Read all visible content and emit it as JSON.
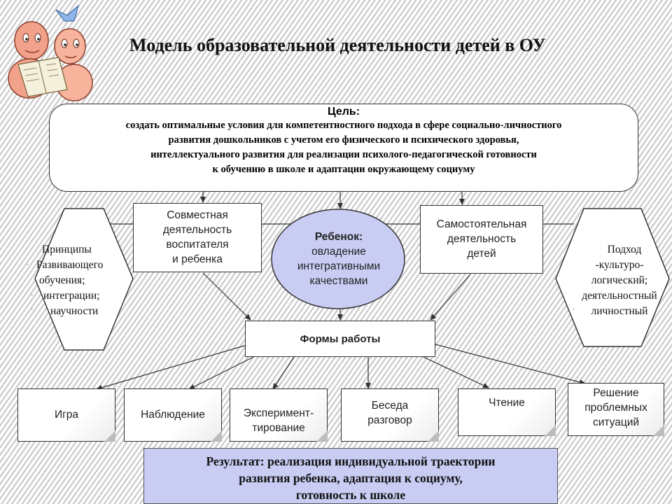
{
  "title": "Модель образовательной деятельности детей в ОУ",
  "goal": {
    "label": "Цель:",
    "lines": [
      "создать оптимальные условия для компетентностного подхода в сфере социально-личностного",
      "развития дошкольников с учетом его физического и психического здоровья,",
      "интеллектуального развития для реализации  психолого-педагогической готовности",
      "к обучению в школе и адаптации окружающему социуму"
    ]
  },
  "joint_activity": [
    "Совместная",
    "деятельность",
    "воспитателя",
    "и ребенка"
  ],
  "child": {
    "title": "Ребенок:",
    "lines": [
      "овладение",
      "интегративными",
      "качествами"
    ]
  },
  "independent_activity": [
    "Самостоятельная",
    "деятельность",
    "детей"
  ],
  "principles": [
    "Принципы",
    "Развивающего",
    "обучения;",
    "интеграции;",
    "научности"
  ],
  "approach": [
    "Подход",
    "-культуро-",
    "логический;",
    "деятельностный",
    "личностный"
  ],
  "forms": "Формы работы",
  "forms_list": [
    {
      "lines": [
        "Игра"
      ]
    },
    {
      "lines": [
        "Наблюдение"
      ]
    },
    {
      "lines": [
        "Эксперимент-",
        "тирование"
      ]
    },
    {
      "lines": [
        "Беседа",
        "разговор"
      ]
    },
    {
      "lines": [
        "Чтение"
      ]
    },
    {
      "lines": [
        "Решение",
        "проблемных",
        "ситуаций"
      ]
    }
  ],
  "result": [
    "Результат: реализация индивидуальной траектории",
    "развития ребенка, адаптация к социуму,",
    "готовность к школе"
  ],
  "colors": {
    "result_fill": "#c9cdf3",
    "child_fill": "#c9cdf3",
    "line": "#333333"
  }
}
